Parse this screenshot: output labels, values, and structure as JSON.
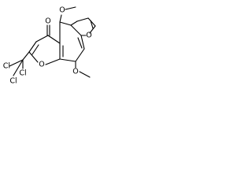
{
  "molecule": {
    "atom_labels": {
      "o_methoxy_top": "O",
      "o_furan": "O",
      "o_carbonyl": "O",
      "o_pyran": "O",
      "o_methoxy_bottom": "O",
      "cl_top": "Cl",
      "cl_left": "Cl",
      "cl_bottom": "Cl"
    }
  }
}
